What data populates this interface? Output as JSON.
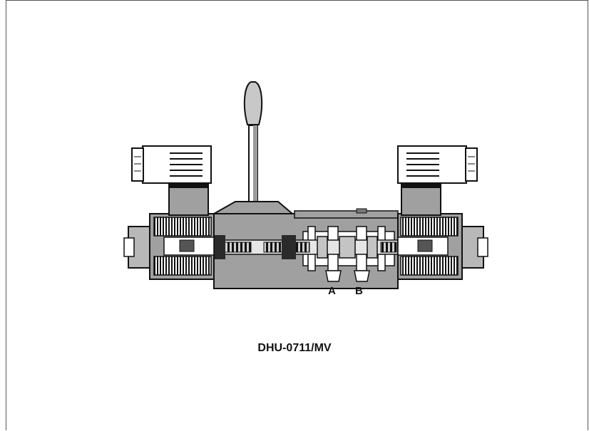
{
  "diagram": {
    "ports": {
      "a": "A",
      "b": "B"
    },
    "model": "DHU-0711/MV"
  }
}
